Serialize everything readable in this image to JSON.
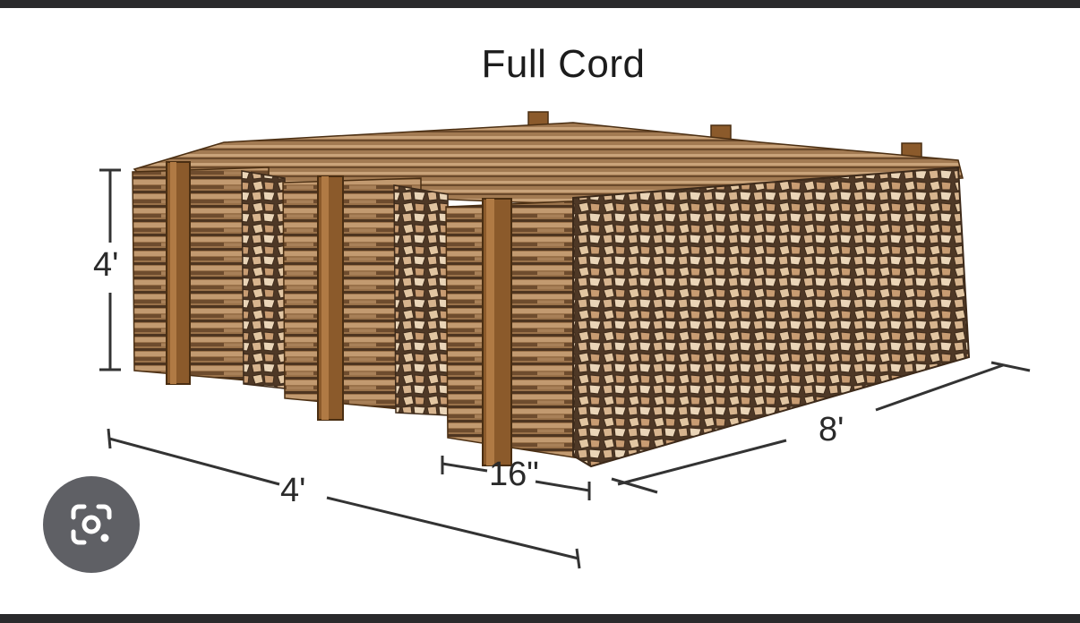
{
  "diagram": {
    "title": "Full Cord",
    "dimensions": {
      "height": "4'",
      "width": "4'",
      "length": "8'",
      "log_length": "16\""
    },
    "colors": {
      "bark_dark": "#5a3d25",
      "bark_mid": "#8a6440",
      "wood_light": "#d2ad86",
      "post": "#8b5a2b",
      "dimension_line": "#333333"
    }
  },
  "overlay": {
    "lens_icon": "google-lens-icon"
  }
}
